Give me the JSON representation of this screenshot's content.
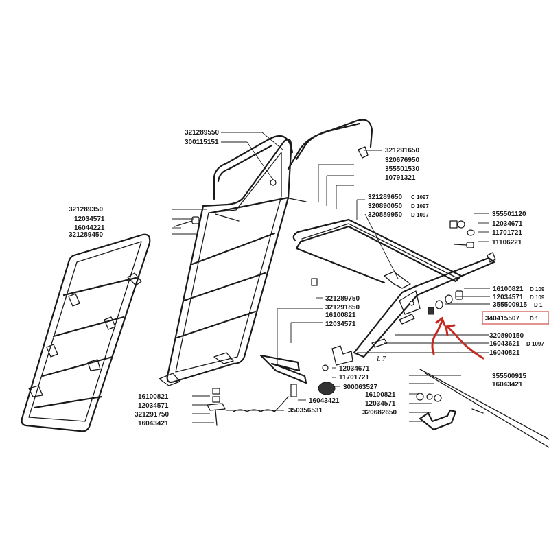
{
  "accent_color": "#c42a22",
  "parts": {
    "p_321289550": "321289550",
    "p_300115151": "300115151",
    "p_321291650": "321291650",
    "p_320676950": "320676950",
    "p_355501530": "355501530",
    "p_10791321": "10791321",
    "p_321289650": "321289650",
    "s_321289650": "C 1097",
    "p_320890050": "320890050",
    "s_320890050": "D 1097",
    "p_320889950": "320889950",
    "s_320889950": "D 1097",
    "p_321289350": "321289350",
    "p_12034571_a": "12034571",
    "p_16044221": "16044221",
    "p_321289450": "321289450",
    "p_355501120": "355501120",
    "p_12034671_a": "12034671",
    "p_11701721_a": "11701721",
    "p_11106221": "11106221",
    "p_16100821_a": "16100821",
    "s_16100821_a": "D 109",
    "p_12034571_b": "12034571",
    "s_12034571_b": "D 109",
    "p_355500915_a": "355500915",
    "s_355500915_a": "D 1",
    "p_340415507": "340415507",
    "s_340415507": "D 1",
    "p_320890150": "320890150",
    "p_16043621": "16043621",
    "s_16043621": "D 1097",
    "p_16040821": "16040821",
    "p_321289750": "321289750",
    "p_321291850": "321291850",
    "p_16100821_b": "16100821",
    "p_12034571_c": "12034571",
    "l7": "L 7",
    "p_12034671_b": "12034671",
    "p_11701721_b": "11701721",
    "p_300063527": "300063527",
    "p_355500915_b": "355500915",
    "p_16043421_a": "16043421",
    "p_16100821_c": "16100821",
    "p_12034571_d": "12034571",
    "p_320682650": "320682650",
    "p_16100821_d": "16100821",
    "p_12034571_e": "12034571",
    "p_321291750": "321291750",
    "p_16043421_b": "16043421",
    "p_16043421_c": "16043421",
    "p_350356531": "350356531"
  }
}
